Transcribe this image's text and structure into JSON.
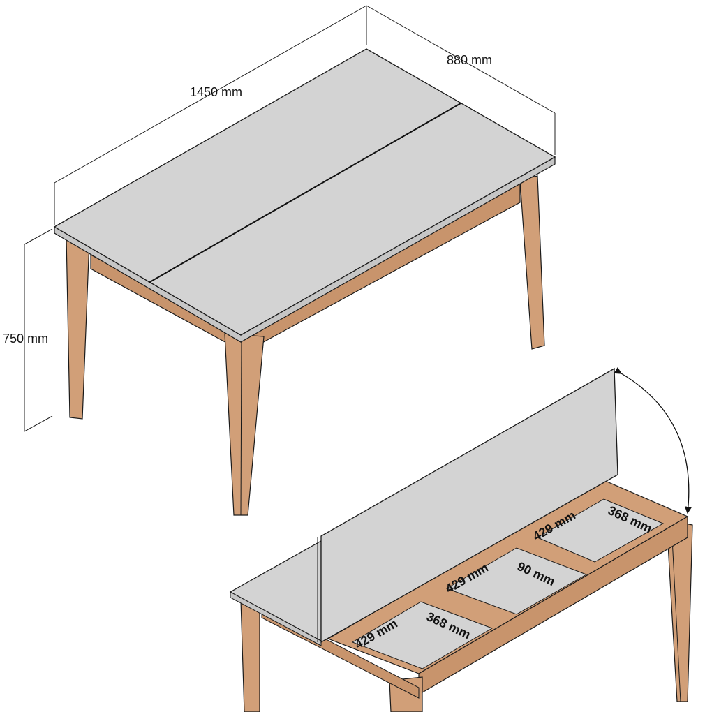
{
  "diagram": {
    "subject": "Extendable dining table with storage compartment",
    "colors": {
      "top": "#d3d3d3",
      "wood": "#d19f78",
      "outline": "#1a1a1a",
      "background": "#ffffff"
    },
    "dimensions": {
      "length": "1450 mm",
      "width": "880 mm",
      "height": "750 mm"
    },
    "compartment": {
      "labels": [
        {
          "id": "c1-length",
          "text": "429 mm"
        },
        {
          "id": "c1-width",
          "text": "368 mm"
        },
        {
          "id": "c2-length",
          "text": "429 mm"
        },
        {
          "id": "c2-depth",
          "text": "90 mm"
        },
        {
          "id": "c3-length",
          "text": "429 mm"
        },
        {
          "id": "c3-width",
          "text": "368 mm"
        }
      ]
    }
  }
}
